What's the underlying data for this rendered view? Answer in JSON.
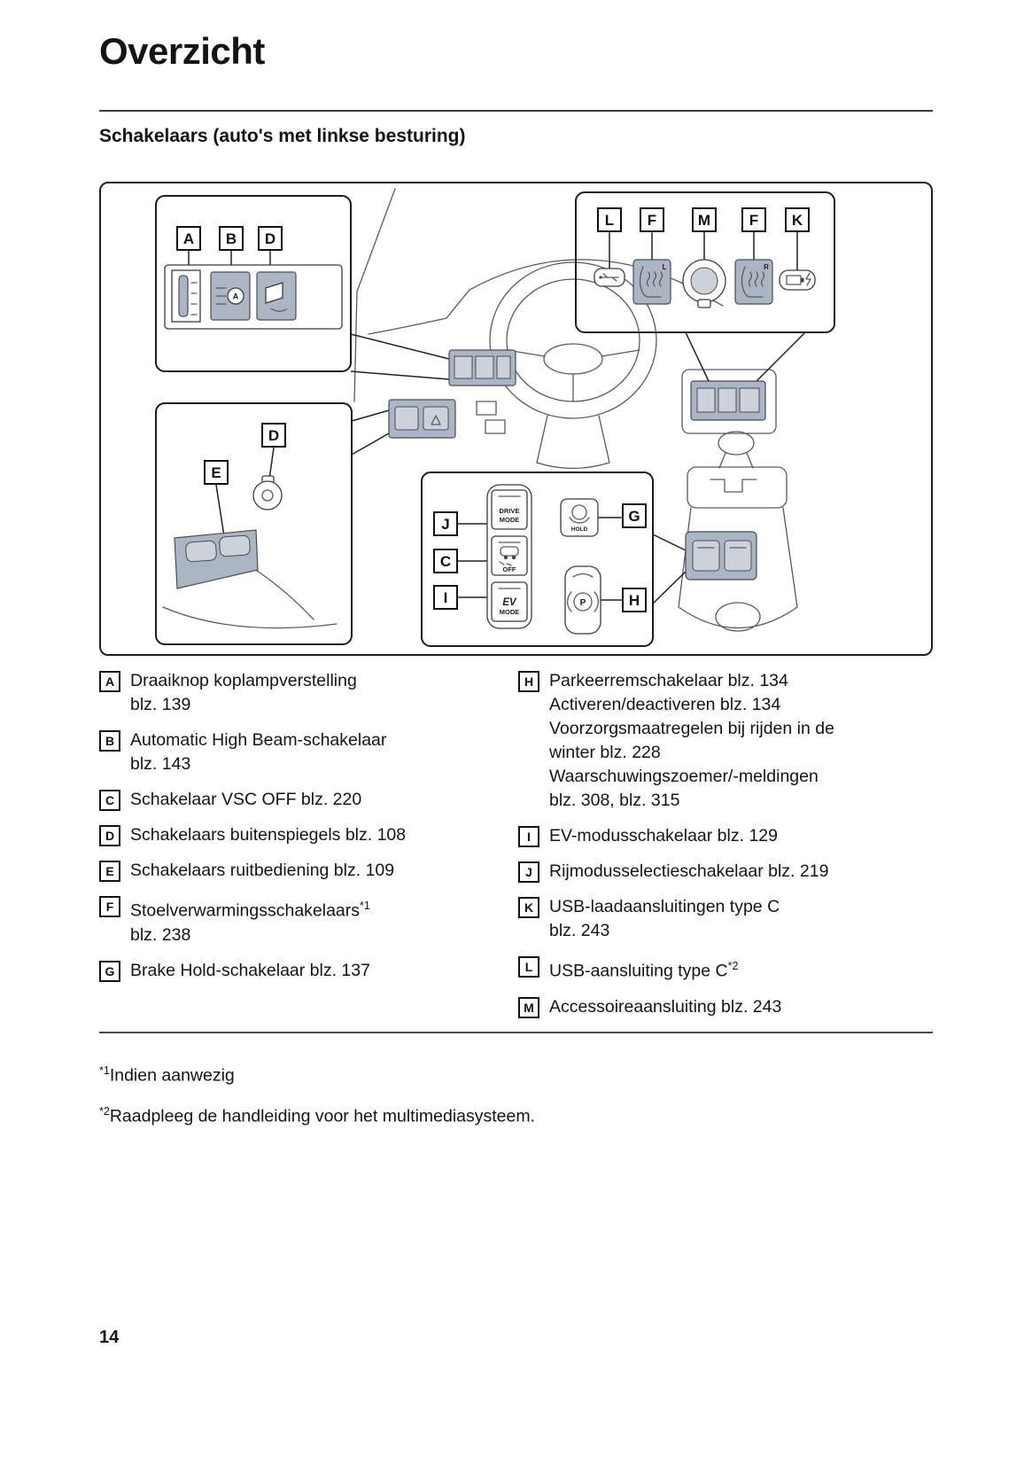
{
  "page": {
    "title": "Overzicht",
    "subtitle": "Schakelaars (auto's met linkse besturing)",
    "page_number": "14"
  },
  "colors": {
    "shade": "#acb5c3",
    "shade_light": "#ccd1da",
    "ink": "#1a1a1a"
  },
  "diagram": {
    "callouts": {
      "top_left": [
        "A",
        "B",
        "D"
      ],
      "top_right": [
        "L",
        "F",
        "M",
        "F",
        "K"
      ],
      "mid_left": [
        "D",
        "E"
      ],
      "center": [
        "J",
        "C",
        "I",
        "G",
        "H"
      ]
    },
    "labels": {
      "drive": "DRIVE",
      "drive2": "MODE",
      "vsc_off": "OFF",
      "ev": "EV",
      "ev2": "MODE",
      "hold": "HOLD",
      "park": "P",
      "seat_left": "L",
      "seat_right": "R",
      "highbeam_a": "A"
    }
  },
  "legend": {
    "left": [
      {
        "key": "A",
        "lines": [
          [
            "Draaiknop koplampverstelling"
          ],
          [
            "blz. 139"
          ]
        ]
      },
      {
        "key": "B",
        "lines": [
          [
            "Automatic High Beam-schakelaar"
          ],
          [
            "blz. 143"
          ]
        ]
      },
      {
        "key": "C",
        "lines": [
          [
            "Schakelaar VSC OFF blz. 220"
          ]
        ]
      },
      {
        "key": "D",
        "lines": [
          [
            "Schakelaars buitenspiegels blz. 108"
          ]
        ]
      },
      {
        "key": "E",
        "lines": [
          [
            "Schakelaars ruitbediening blz. 109"
          ]
        ]
      },
      {
        "key": "F",
        "lines": [
          [
            "Stoelverwarmingsschakelaars",
            {
              "sup": "*1"
            }
          ],
          [
            "blz. 238"
          ]
        ]
      },
      {
        "key": "G",
        "lines": [
          [
            "Brake Hold-schakelaar blz. 137"
          ]
        ]
      }
    ],
    "right": [
      {
        "key": "H",
        "lines": [
          [
            "Parkeerremschakelaar blz. 134"
          ],
          [
            "Activeren/deactiveren blz. 134"
          ],
          [
            "Voorzorgsmaatregelen bij rijden in de"
          ],
          [
            "winter blz. 228"
          ],
          [
            "Waarschuwingszoemer/-meldingen"
          ],
          [
            "blz. 308, blz. 315"
          ]
        ]
      },
      {
        "key": "I",
        "lines": [
          [
            "EV-modusschakelaar blz. 129"
          ]
        ]
      },
      {
        "key": "J",
        "lines": [
          [
            "Rijmodusselectieschakelaar blz. 219"
          ]
        ]
      },
      {
        "key": "K",
        "lines": [
          [
            "USB-laadaansluitingen type C"
          ],
          [
            "blz. 243"
          ]
        ]
      },
      {
        "key": "L",
        "lines": [
          [
            "USB-aansluiting type C",
            {
              "sup": "*2"
            }
          ]
        ]
      },
      {
        "key": "M",
        "lines": [
          [
            "Accessoireaansluiting blz. 243"
          ]
        ]
      }
    ]
  },
  "footnotes": [
    {
      "marker": "*1",
      "text": "Indien aanwezig"
    },
    {
      "marker": "*2",
      "text": "Raadpleeg de handleiding voor het multimediasysteem."
    }
  ]
}
